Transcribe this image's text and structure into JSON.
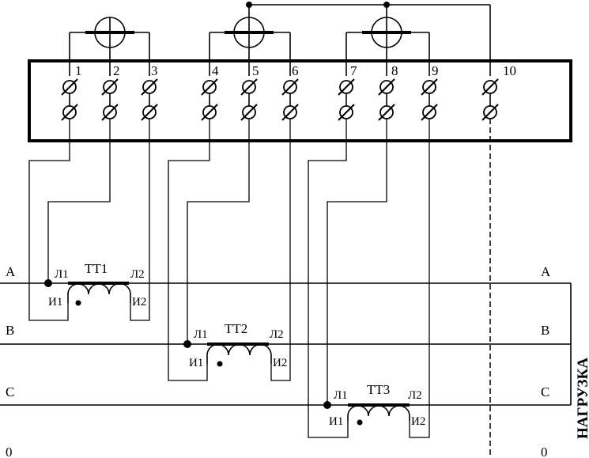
{
  "terminal_numbers": [
    "1",
    "2",
    "3",
    "4",
    "5",
    "6",
    "7",
    "8",
    "9",
    "10"
  ],
  "phase_lines": {
    "a_left": "A",
    "a_right": "A",
    "b_left": "B",
    "b_right": "B",
    "c_left": "C",
    "c_right": "C",
    "n_left": "0",
    "n_right": "0"
  },
  "transformers": [
    {
      "name": "ТТ1",
      "l1": "Л1",
      "l2": "Л2",
      "i1": "И1",
      "i2": "И2"
    },
    {
      "name": "ТТ2",
      "l1": "Л1",
      "l2": "Л2",
      "i1": "И1",
      "i2": "И2"
    },
    {
      "name": "ТТ3",
      "l1": "Л1",
      "l2": "Л2",
      "i1": "И1",
      "i2": "И2"
    }
  ],
  "load_label": "НАГРУЗКА"
}
